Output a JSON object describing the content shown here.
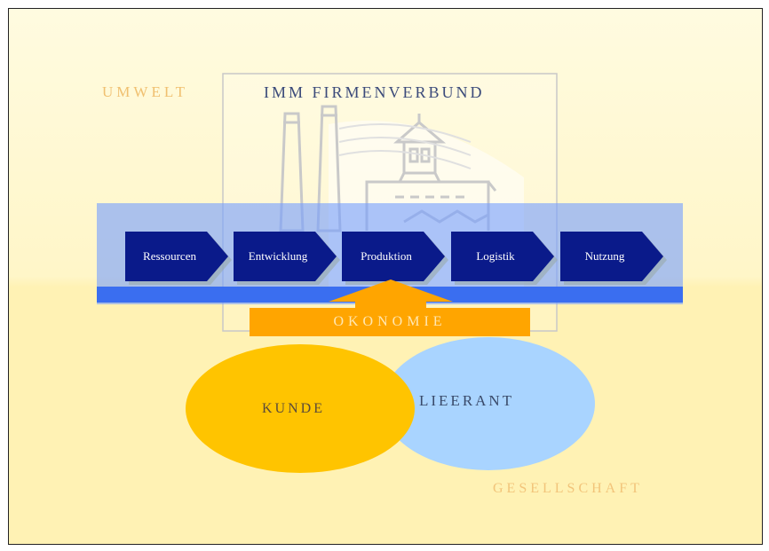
{
  "labels": {
    "umwelt": "UMWELT",
    "firmenverbund": "IMM FIRMENVERBUND",
    "gesellschaft": "GESELLSCHAFT",
    "okonomie": "OKONOMIE",
    "kunde": "KUNDE",
    "lieferant": "LIEERANT"
  },
  "process_steps": [
    "Ressourcen",
    "Entwicklung",
    "Produktion",
    "Logistik",
    "Nutzung"
  ],
  "colors": {
    "band": "#78a0ff",
    "band_line": "#3a6ef0",
    "step_fill": "#0a1a8a",
    "okonomie_bar": "#ffa500",
    "kunde": "#ffc400",
    "lieferant": "#a9d4ff"
  }
}
